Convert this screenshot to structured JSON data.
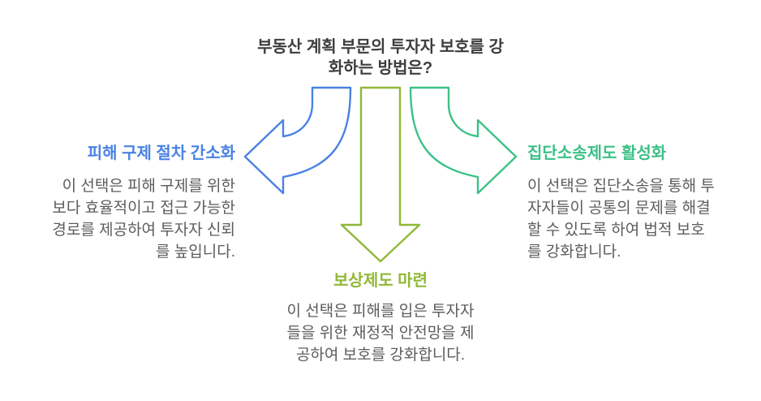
{
  "title": {
    "lines": [
      "부동산 계획 부문의 투자자 보호를 강",
      "화하는 방법은?"
    ],
    "color": "#3d3d3d"
  },
  "body_text_color": "#5c5c5c",
  "options": [
    {
      "id": "left",
      "heading": "피해 구제 절차 간소화",
      "color": "#4a82e4",
      "arrow_icon": "curved-arrow-left",
      "body_lines": [
        "이 선택은 피해 구제를 위한",
        "보다 효율적이고 접근 가능한",
        "경로를 제공하여 투자자 신뢰",
        "를 높입니다."
      ]
    },
    {
      "id": "bottom",
      "heading": "보상제도 마련",
      "color": "#90b838",
      "arrow_icon": "straight-arrow-down",
      "body_lines": [
        "이 선택은 피해를 입은 투자자",
        "들을 위한 재정적 안전망을 제",
        "공하여 보호를 강화합니다."
      ]
    },
    {
      "id": "right",
      "heading": "집단소송제도 활성화",
      "color": "#3dc088",
      "arrow_icon": "curved-arrow-right",
      "body_lines": [
        "이 선택은 집단소송을 통해 투",
        "자자들이 공통의 문제를 해결",
        "할 수 있도록 하여 법적 보호",
        "를 강화합니다."
      ]
    }
  ]
}
